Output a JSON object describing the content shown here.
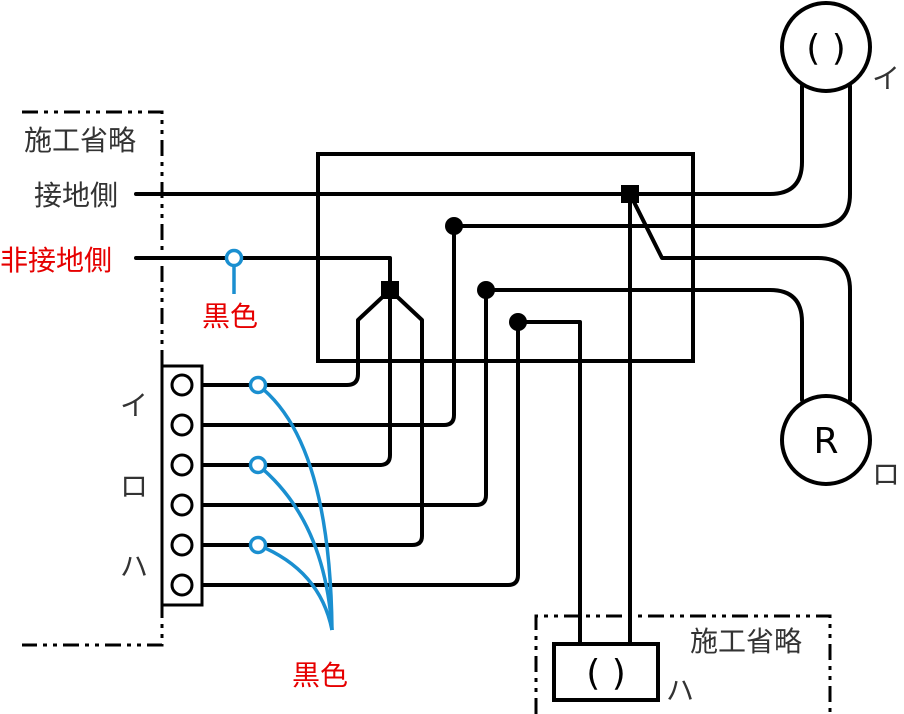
{
  "labels": {
    "omitted_left": "施工省略",
    "omitted_bottom": "施工省略",
    "grounded_side": "接地側",
    "ungrounded_side": "非接地側",
    "black_top": "黒色",
    "black_bottom": "黒色",
    "term_i": "イ",
    "term_ro": "ロ",
    "term_ha": "ハ",
    "lamp_i_symbol": "( )",
    "lamp_i_label": "イ",
    "lamp_r_symbol": "R",
    "lamp_r_label": "ロ",
    "outlet_symbol": "( )",
    "outlet_label": "ハ"
  },
  "colors": {
    "wire": "#000000",
    "red_text": "#e60000",
    "blue_marker": "#1a8fd0"
  }
}
